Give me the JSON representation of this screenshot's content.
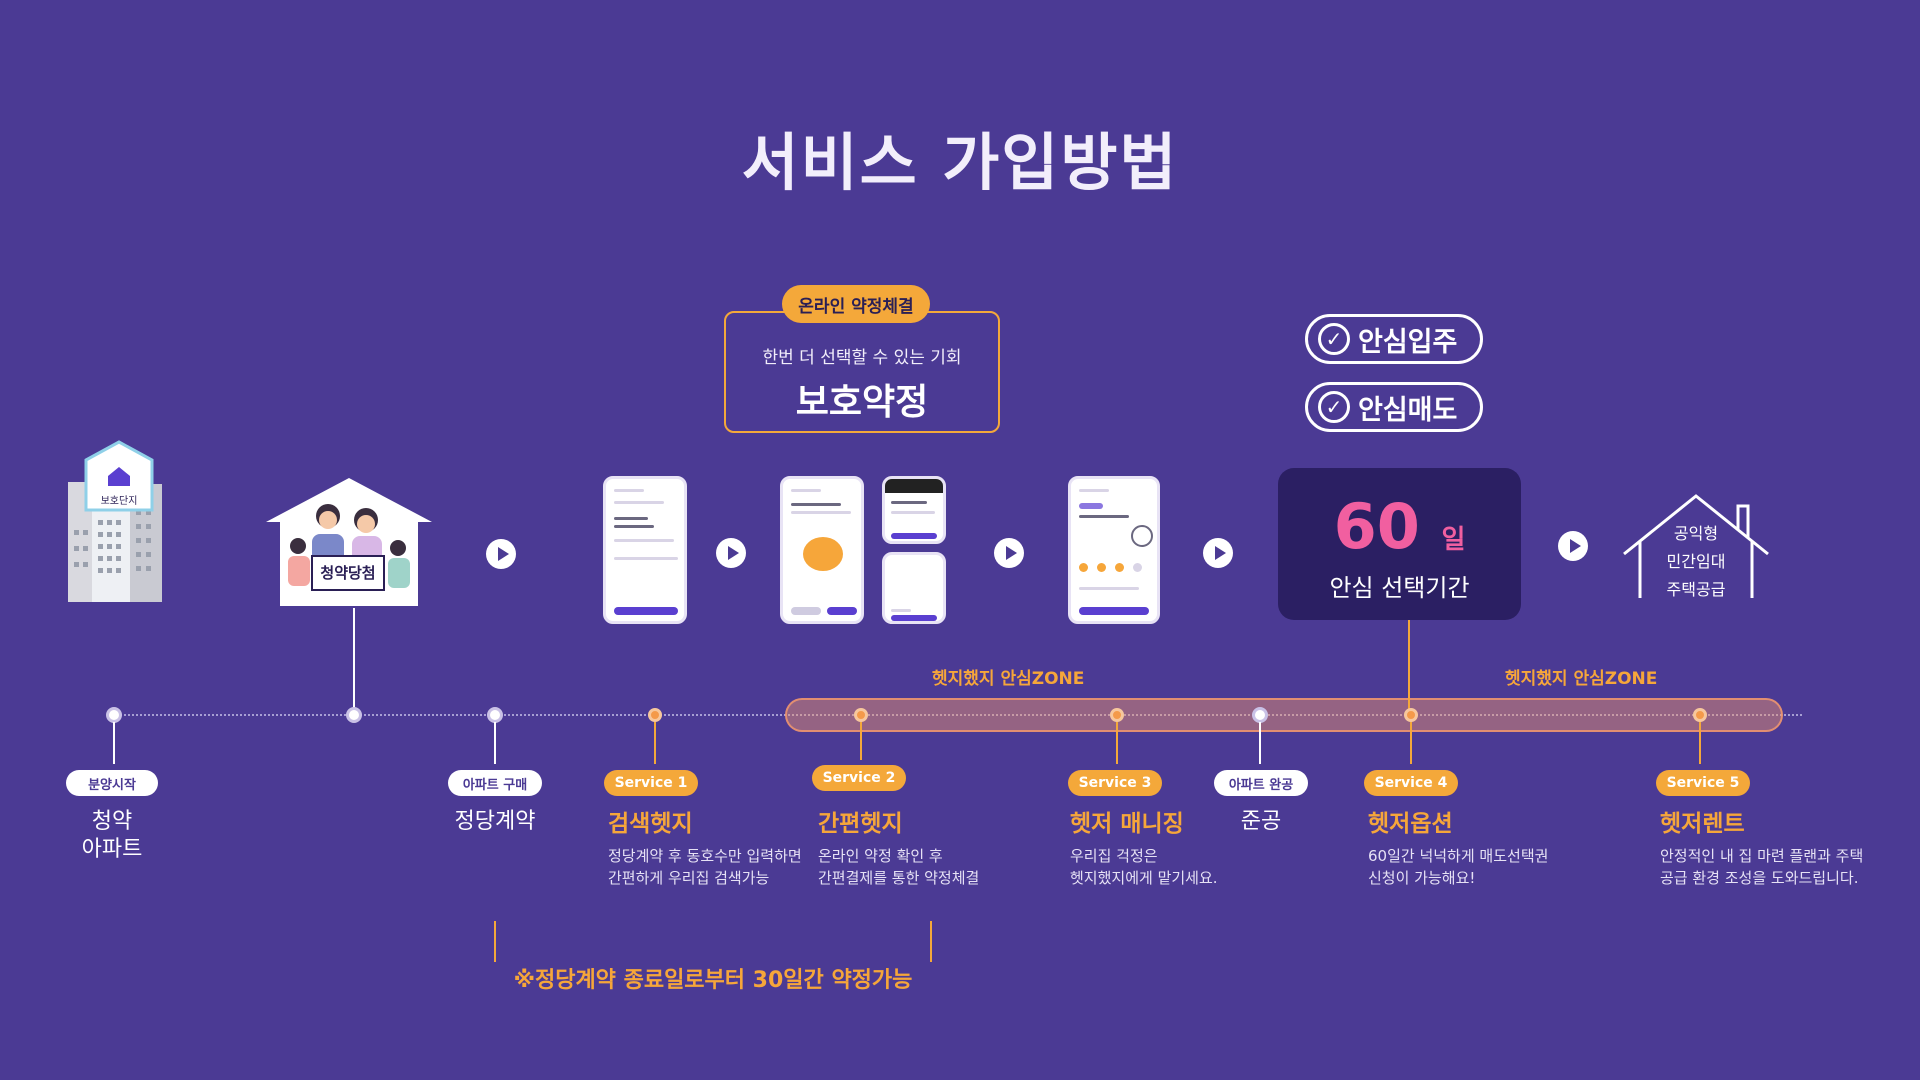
{
  "title": "서비스 가입방법",
  "contract": {
    "badge": "온라인 약정체결",
    "subtitle": "한번 더 선택할 수 있는 기회",
    "main": "보호약정"
  },
  "safe_labels": [
    "안심입주",
    "안심매도"
  ],
  "period_box": {
    "number": "60",
    "unit": "일",
    "label": "안심 선택기간"
  },
  "building": {
    "sign": "보호단지"
  },
  "lottery_sign": "청약당첨",
  "public_housing": [
    "공익형",
    "민간임대",
    "주택공급"
  ],
  "zone_labels": [
    "헷지했지 안심ZONE",
    "헷지했지 안심ZONE"
  ],
  "stages": [
    {
      "pill": "분양시작",
      "title_lines": [
        "청약",
        "아파트"
      ]
    },
    {
      "pill": "아파트 구매",
      "title_lines": [
        "정당계약"
      ]
    },
    {
      "pill": "아파트 완공",
      "title_lines": [
        "준공"
      ]
    }
  ],
  "services": [
    {
      "pill": "Service 1",
      "title": "검색헷지",
      "desc": [
        "정당계약 후 동호수만 입력하면",
        "간편하게 우리집 검색가능"
      ]
    },
    {
      "pill": "Service 2",
      "title": "간편헷지",
      "desc": [
        "온라인 약정 확인 후",
        "간편결제를 통한 약정체결"
      ]
    },
    {
      "pill": "Service 3",
      "title": "헷저 매니징",
      "desc": [
        "우리집 걱정은",
        "헷지했지에게 맡기세요."
      ]
    },
    {
      "pill": "Service 4",
      "title": "헷저옵션",
      "desc": [
        "60일간 넉넉하게 매도선택권",
        "신청이 가능해요!"
      ]
    },
    {
      "pill": "Service 5",
      "title": "헷저렌트",
      "desc": [
        "안정적인 내 집 마련 플랜과 주택",
        "공급 환경 조성을 도와드립니다."
      ]
    }
  ],
  "note": "※정당계약 종료일로부터 30일간 약정가능",
  "colors": {
    "background": "#4b3a94",
    "accent_orange": "#f4a83a",
    "accent_pink": "#f15fa0",
    "dark_box": "#2b1f63"
  }
}
